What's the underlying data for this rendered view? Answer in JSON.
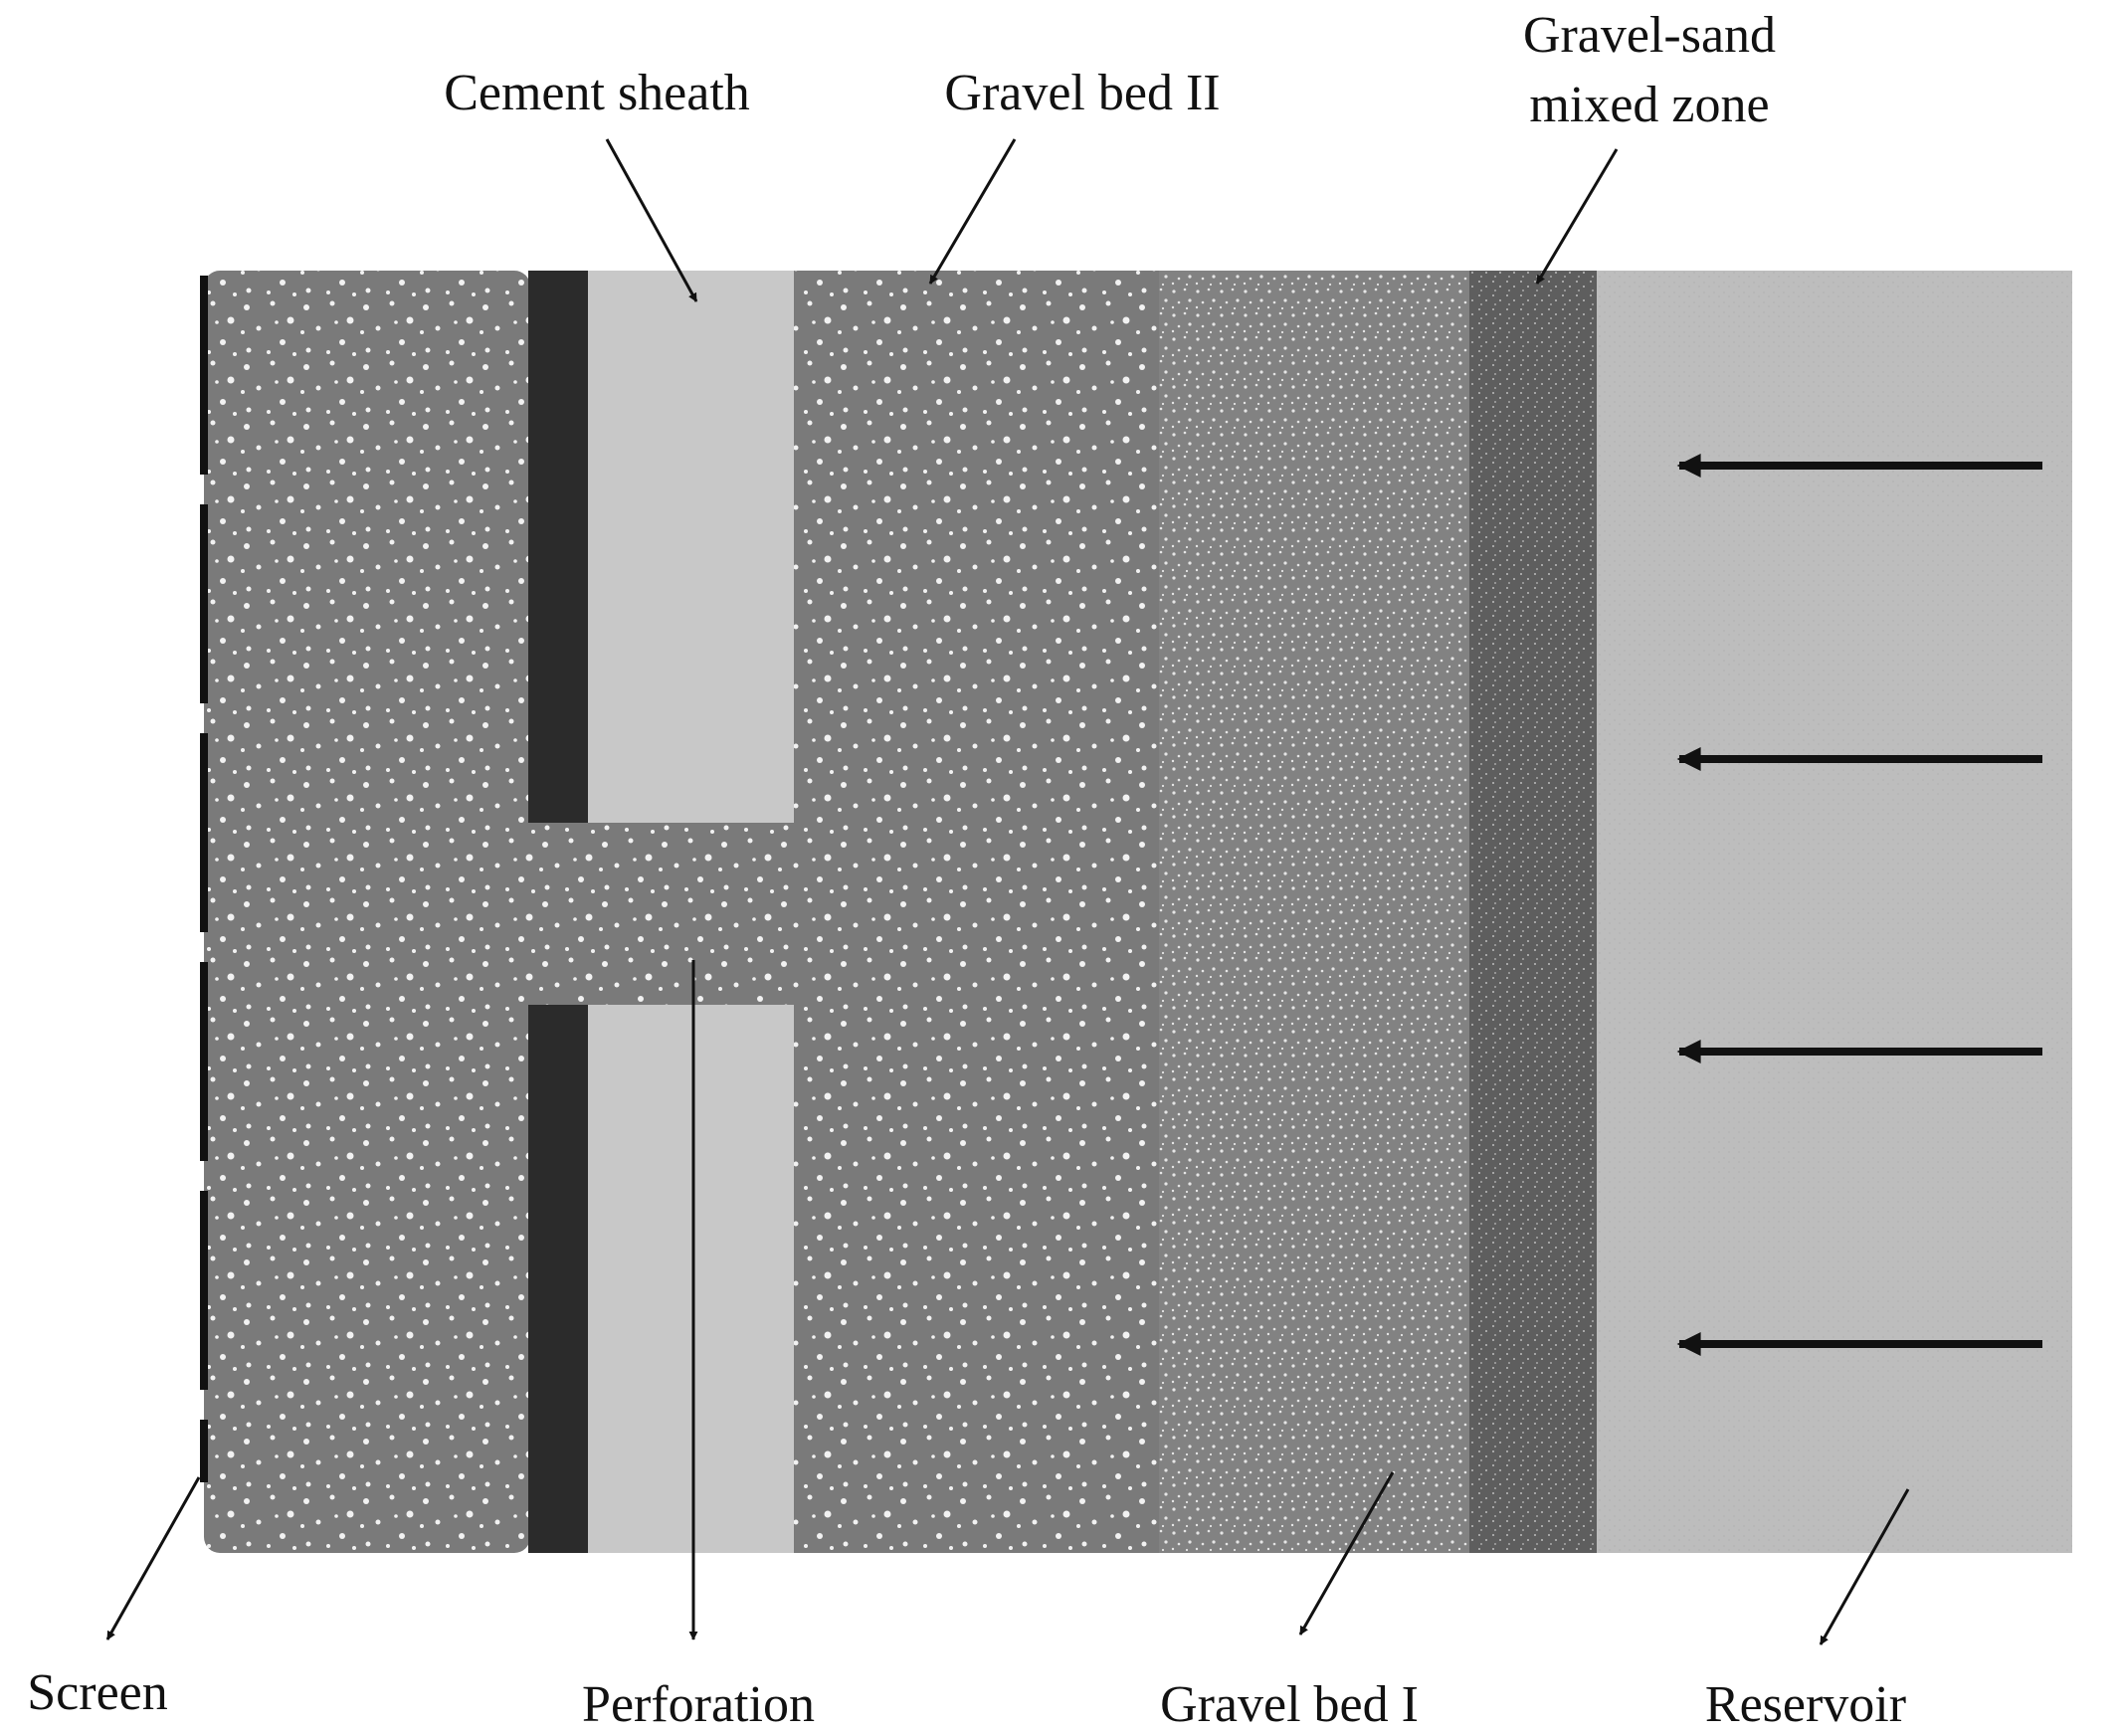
{
  "labels": {
    "cement_sheath": "Cement sheath",
    "gravel_bed_2": "Gravel bed II",
    "gravel_sand_line1": "Gravel-sand",
    "gravel_sand_line2": "mixed zone",
    "screen": "Screen",
    "perforation": "Perforation",
    "gravel_bed_1": "Gravel bed I",
    "reservoir": "Reservoir"
  },
  "colors": {
    "background": "#ffffff",
    "coarse_gravel": "#7a7a7a",
    "gravel_gap": "#f2f2f2",
    "casing": "#2b2b2b",
    "cement": "#c8c8c8",
    "fine_gravel": "#828282",
    "mixed_zone": "#5e5e5e",
    "reservoir": "#bdbdbd",
    "arrow": "#111111"
  },
  "icons": {
    "flow_arrow": "left-arrow",
    "callout_arrow": "arrow"
  }
}
